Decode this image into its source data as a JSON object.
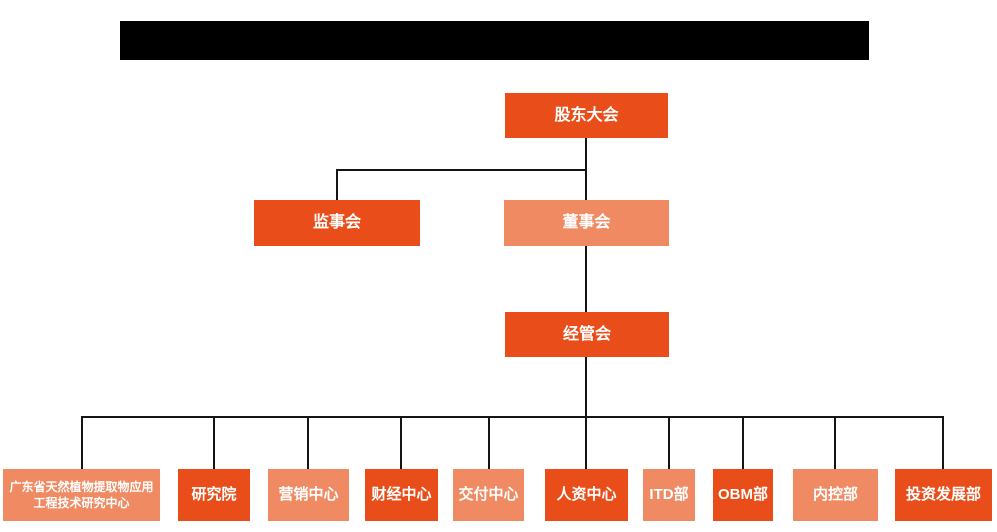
{
  "header": {
    "redacted_title_bar": "",
    "bar_color": "#000000"
  },
  "org": {
    "type": "org-chart",
    "colors": {
      "primary_box": "#E94E1A",
      "secondary_box": "#F08A62",
      "connector_line": "#141414",
      "box_text": "#ffffff",
      "page_background": "#ffffff"
    },
    "hierarchy": {
      "root": "股东大会",
      "root_children": [
        "监事会",
        "董事会"
      ],
      "board_child": "经管会",
      "management_children": [
        "广东省天然植物提取物应用工程技术研究中心",
        "研究院",
        "营销中心",
        "财经中心",
        "交付中心",
        "人资中心",
        "ITD部",
        "OBM部",
        "内控部",
        "投资发展部"
      ]
    },
    "nodes": {
      "shareholders": {
        "label": "股东大会",
        "tone": "dark"
      },
      "supervisory": {
        "label": "监事会",
        "tone": "dark"
      },
      "board": {
        "label": "董事会",
        "tone": "light"
      },
      "management": {
        "label": "经管会",
        "tone": "dark"
      }
    },
    "departments": [
      {
        "label": "广东省天然植物提取物应用工程技术研究中心",
        "tone": "light"
      },
      {
        "label": "研究院",
        "tone": "dark"
      },
      {
        "label": "营销中心",
        "tone": "light"
      },
      {
        "label": "财经中心",
        "tone": "dark"
      },
      {
        "label": "交付中心",
        "tone": "light"
      },
      {
        "label": "人资中心",
        "tone": "dark"
      },
      {
        "label": "ITD部",
        "tone": "light"
      },
      {
        "label": "OBM部",
        "tone": "dark"
      },
      {
        "label": "内控部",
        "tone": "light"
      },
      {
        "label": "投资发展部",
        "tone": "dark"
      }
    ]
  }
}
